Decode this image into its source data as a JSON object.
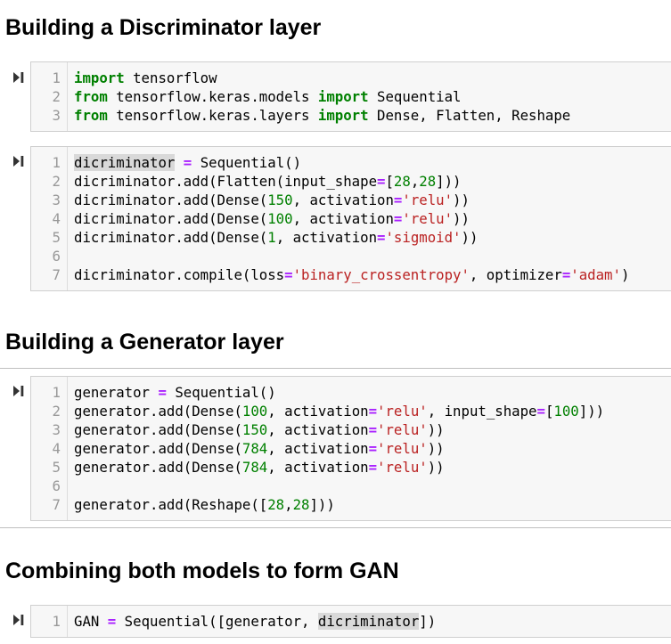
{
  "headings": {
    "discriminator": "Building a Discriminator layer",
    "generator": "Building a Generator layer",
    "gan": "Combining both models to form GAN"
  },
  "icons": {
    "run": "run-cell-icon"
  },
  "colors": {
    "keyword": "#008000",
    "operator": "#aa22ff",
    "string": "#ba2121",
    "number": "#008000",
    "line_number": "#999999",
    "cell_background": "#f7f7f7",
    "highlight": "#d9d9d9"
  },
  "cells": [
    {
      "id": "imports",
      "lines": [
        [
          [
            "kw",
            "import"
          ],
          [
            "t",
            " tensorflow"
          ]
        ],
        [
          [
            "kw",
            "from"
          ],
          [
            "t",
            " tensorflow.keras.models "
          ],
          [
            "kw",
            "import"
          ],
          [
            "t",
            " Sequential"
          ]
        ],
        [
          [
            "kw",
            "from"
          ],
          [
            "t",
            " tensorflow.keras.layers "
          ],
          [
            "kw",
            "import"
          ],
          [
            "t",
            " Dense, Flatten, Reshape"
          ]
        ]
      ]
    },
    {
      "id": "discriminator",
      "lines": [
        [
          [
            "hl",
            "dicriminator"
          ],
          [
            "t",
            " "
          ],
          [
            "op",
            "="
          ],
          [
            "t",
            " Sequential()"
          ]
        ],
        [
          [
            "t",
            "dicriminator.add(Flatten(input_shape"
          ],
          [
            "op",
            "="
          ],
          [
            "t",
            "["
          ],
          [
            "num",
            "28"
          ],
          [
            "t",
            ","
          ],
          [
            "num",
            "28"
          ],
          [
            "t",
            "]))"
          ]
        ],
        [
          [
            "t",
            "dicriminator.add(Dense("
          ],
          [
            "num",
            "150"
          ],
          [
            "t",
            ", activation"
          ],
          [
            "op",
            "="
          ],
          [
            "str",
            "'relu'"
          ],
          [
            "t",
            "))"
          ]
        ],
        [
          [
            "t",
            "dicriminator.add(Dense("
          ],
          [
            "num",
            "100"
          ],
          [
            "t",
            ", activation"
          ],
          [
            "op",
            "="
          ],
          [
            "str",
            "'relu'"
          ],
          [
            "t",
            "))"
          ]
        ],
        [
          [
            "t",
            "dicriminator.add(Dense("
          ],
          [
            "num",
            "1"
          ],
          [
            "t",
            ", activation"
          ],
          [
            "op",
            "="
          ],
          [
            "str",
            "'sigmoid'"
          ],
          [
            "t",
            "))"
          ]
        ],
        [],
        [
          [
            "t",
            "dicriminator.compile(loss"
          ],
          [
            "op",
            "="
          ],
          [
            "str",
            "'binary_crossentropy'"
          ],
          [
            "t",
            ", optimizer"
          ],
          [
            "op",
            "="
          ],
          [
            "str",
            "'adam'"
          ],
          [
            "t",
            ")"
          ]
        ]
      ]
    },
    {
      "id": "generator",
      "lines": [
        [
          [
            "t",
            "generator "
          ],
          [
            "op",
            "="
          ],
          [
            "t",
            " Sequential()"
          ]
        ],
        [
          [
            "t",
            "generator.add(Dense("
          ],
          [
            "num",
            "100"
          ],
          [
            "t",
            ", activation"
          ],
          [
            "op",
            "="
          ],
          [
            "str",
            "'relu'"
          ],
          [
            "t",
            ", input_shape"
          ],
          [
            "op",
            "="
          ],
          [
            "t",
            "["
          ],
          [
            "num",
            "100"
          ],
          [
            "t",
            "]))"
          ]
        ],
        [
          [
            "t",
            "generator.add(Dense("
          ],
          [
            "num",
            "150"
          ],
          [
            "t",
            ", activation"
          ],
          [
            "op",
            "="
          ],
          [
            "str",
            "'relu'"
          ],
          [
            "t",
            "))"
          ]
        ],
        [
          [
            "t",
            "generator.add(Dense("
          ],
          [
            "num",
            "784"
          ],
          [
            "t",
            ", activation"
          ],
          [
            "op",
            "="
          ],
          [
            "str",
            "'relu'"
          ],
          [
            "t",
            "))"
          ]
        ],
        [
          [
            "t",
            "generator.add(Dense("
          ],
          [
            "num",
            "784"
          ],
          [
            "t",
            ", activation"
          ],
          [
            "op",
            "="
          ],
          [
            "str",
            "'relu'"
          ],
          [
            "t",
            "))"
          ]
        ],
        [],
        [
          [
            "t",
            "generator.add(Reshape(["
          ],
          [
            "num",
            "28"
          ],
          [
            "t",
            ","
          ],
          [
            "num",
            "28"
          ],
          [
            "t",
            "]))"
          ]
        ]
      ]
    },
    {
      "id": "gan",
      "lines": [
        [
          [
            "t",
            "GAN "
          ],
          [
            "op",
            "="
          ],
          [
            "t",
            " Sequential([generator, "
          ],
          [
            "hl",
            "dicriminator"
          ],
          [
            "t",
            "])"
          ]
        ]
      ]
    }
  ]
}
